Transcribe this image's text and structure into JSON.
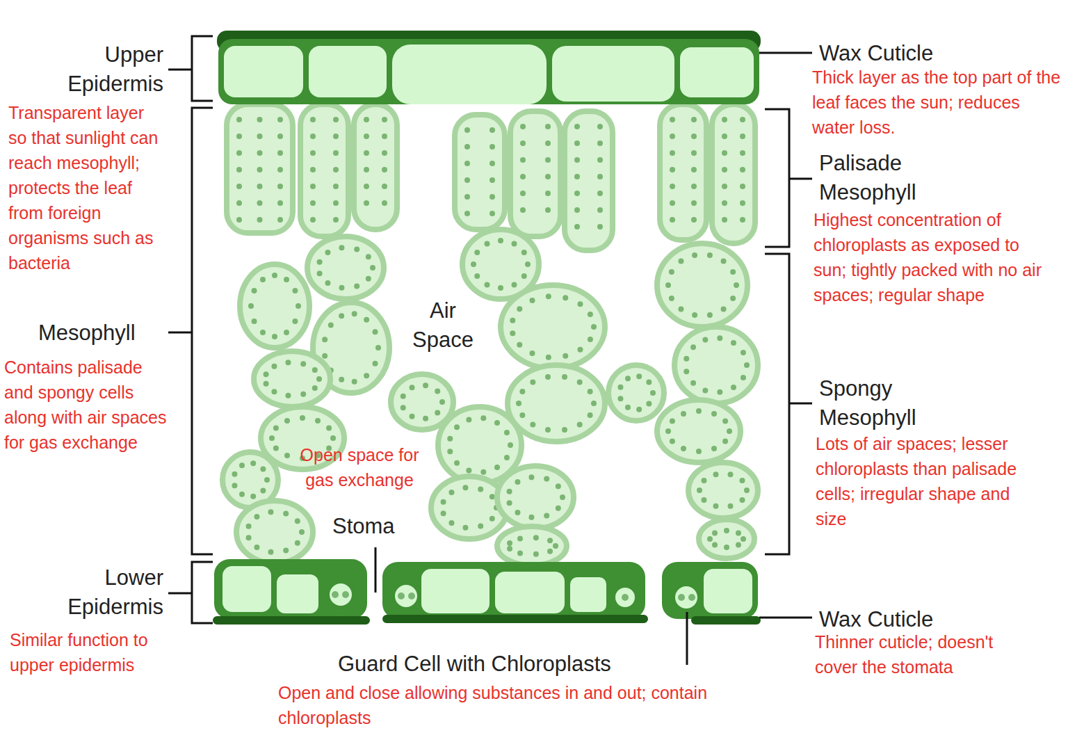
{
  "diagram": {
    "labels": [
      "Upper Epidermis",
      "Transparent layer so that sunlight can reach mesophyll; protects the leaf from foreign organisms such as bacteria",
      "Mesophyll",
      "Contains palisade and spongy cells along with air spaces for gas exchange",
      "Lower Epidermis",
      "Similar function to upper epidermis",
      "Wax Cuticle",
      "Thick layer as the top part of the leaf faces the sun; reduces water loss.",
      "Palisade Mesophyll",
      "Highest concentration of chloroplasts as exposed to sun; tightly packed with no air spaces; regular shape",
      "Spongy Mesophyll",
      "Lots of air spaces; lesser chloroplasts than palisade cells; irregular shape and size",
      "Wax Cuticle",
      "Thinner cuticle; doesn't cover the stomata",
      "Air Space",
      "Open space for gas exchange",
      "Stoma",
      "Guard Cell with Chloroplasts",
      "Open and close allowing substances in and out; contain chloroplasts"
    ]
  }
}
